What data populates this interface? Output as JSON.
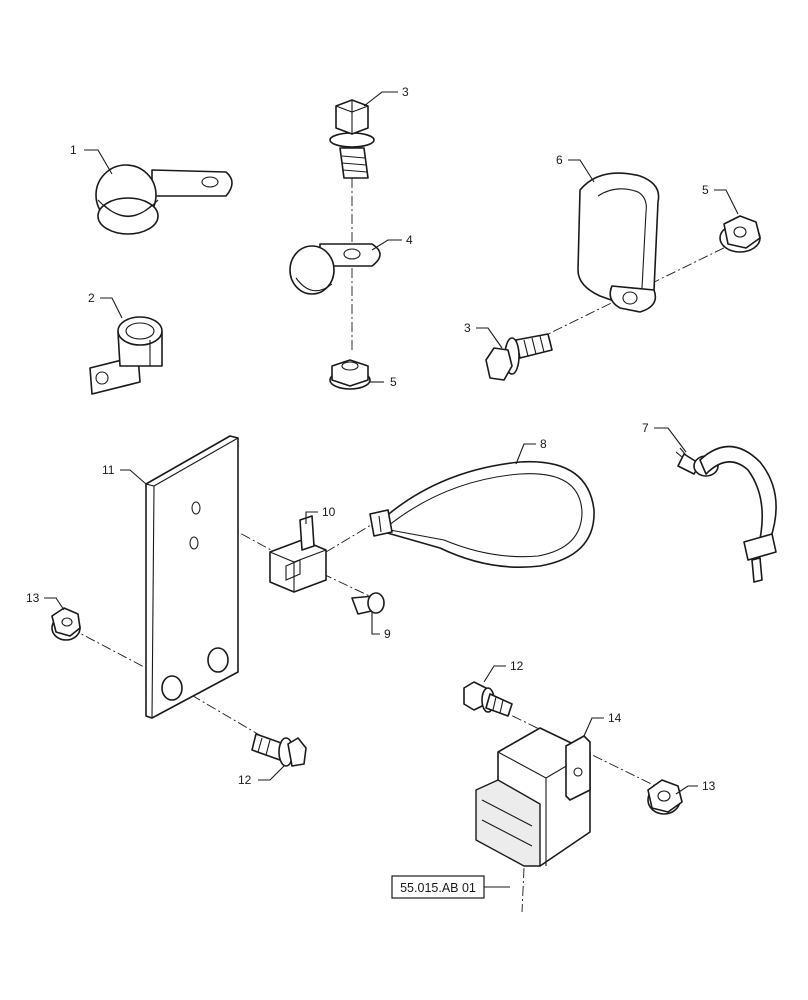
{
  "callouts": [
    {
      "id": "c1",
      "label": "1"
    },
    {
      "id": "c2",
      "label": "2"
    },
    {
      "id": "c3a",
      "label": "3"
    },
    {
      "id": "c4",
      "label": "4"
    },
    {
      "id": "c5a",
      "label": "5"
    },
    {
      "id": "c6",
      "label": "6"
    },
    {
      "id": "c5b",
      "label": "5"
    },
    {
      "id": "c3b",
      "label": "3"
    },
    {
      "id": "c7",
      "label": "7"
    },
    {
      "id": "c8",
      "label": "8"
    },
    {
      "id": "c9",
      "label": "9"
    },
    {
      "id": "c10",
      "label": "10"
    },
    {
      "id": "c11",
      "label": "11"
    },
    {
      "id": "c12a",
      "label": "12"
    },
    {
      "id": "c13a",
      "label": "13"
    },
    {
      "id": "c12b",
      "label": "12"
    },
    {
      "id": "c13b",
      "label": "13"
    },
    {
      "id": "c14",
      "label": "14"
    }
  ],
  "reference": {
    "label": "55.015.AB 01"
  }
}
